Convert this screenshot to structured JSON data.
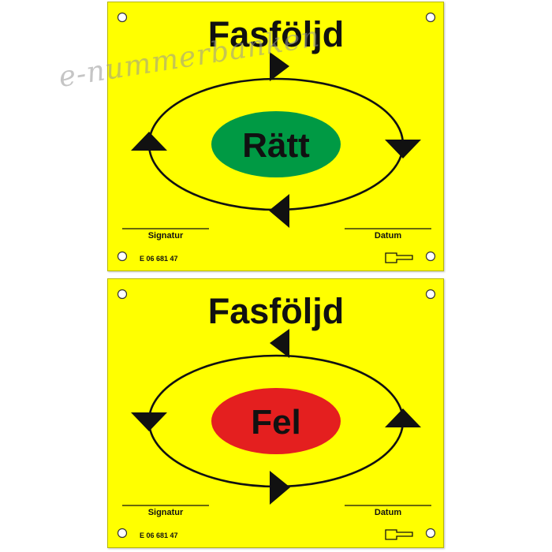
{
  "signs": [
    {
      "title": "Fasföljd",
      "status_label": "Rätt",
      "status_color": "#009a44",
      "signature_label": "Signatur",
      "date_label": "Datum",
      "code": "E 06 681 47"
    },
    {
      "title": "Fasföljd",
      "status_label": "Fel",
      "status_color": "#e41f1f",
      "signature_label": "Signatur",
      "date_label": "Datum",
      "code": "E 06 681 47"
    }
  ],
  "watermark": "e-nummerbanken",
  "colors": {
    "sign_background": "#ffff00",
    "ink": "#111111"
  },
  "icons": [
    "mounting-hole-icon",
    "direction-arrow-icon",
    "tool-pointer-icon"
  ]
}
